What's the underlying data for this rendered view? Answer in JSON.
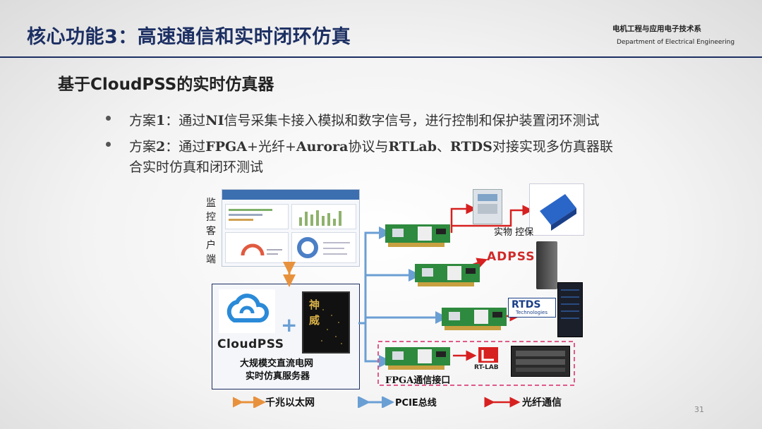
{
  "header": {
    "title": "核心功能3：高速通信和实时闭环仿真",
    "dept_cn": "电机工程与应用电子技术系",
    "dept_en": "Department of Electrical Engineering"
  },
  "subtitle": "基于CloudPSS的实时仿真器",
  "bullets": [
    {
      "prefix": "方案",
      "num": "1",
      "colon": "：",
      "text_a": "通过",
      "strong_a": "NI",
      "text_b": "信号采集卡接入模拟和数字信号，进行控制和保护装置闭环测试"
    },
    {
      "prefix": "方案",
      "num": "2",
      "colon": "：",
      "text_a": "通过",
      "strong_a": "FPGA",
      "text_b": "+光纤+",
      "strong_b": "Aurora",
      "text_c": "协议与",
      "strong_c": "RTLab",
      "text_d": "、",
      "strong_d": "RTDS",
      "text_e": "对接实现多仿真器联",
      "line2": "合实时仿真和闭环测试"
    }
  ],
  "diagram": {
    "client_label": "监控客户端",
    "cloudpss_logo": "CloudPSS",
    "shenwei_chars": "神威",
    "server_label_1": "大规模交直流电网",
    "server_label_2": "实时仿真服务器",
    "physical_label": "实物 控保",
    "adpss_logo": "ADPSS",
    "rtds_logo": "RTDS",
    "rtds_sub": "Technologies",
    "rtlab_logo": "RT-LAB",
    "fpga_label": "FPGA通信接口"
  },
  "legend": {
    "ethernet": "千兆以太网",
    "pcie": "PCIE总线",
    "fiber": "光纤通信"
  },
  "colors": {
    "ethernet": "#e8913c",
    "pcie": "#6a9fd4",
    "fiber": "#d72020",
    "title": "#1c2f63"
  },
  "page_number": "31"
}
